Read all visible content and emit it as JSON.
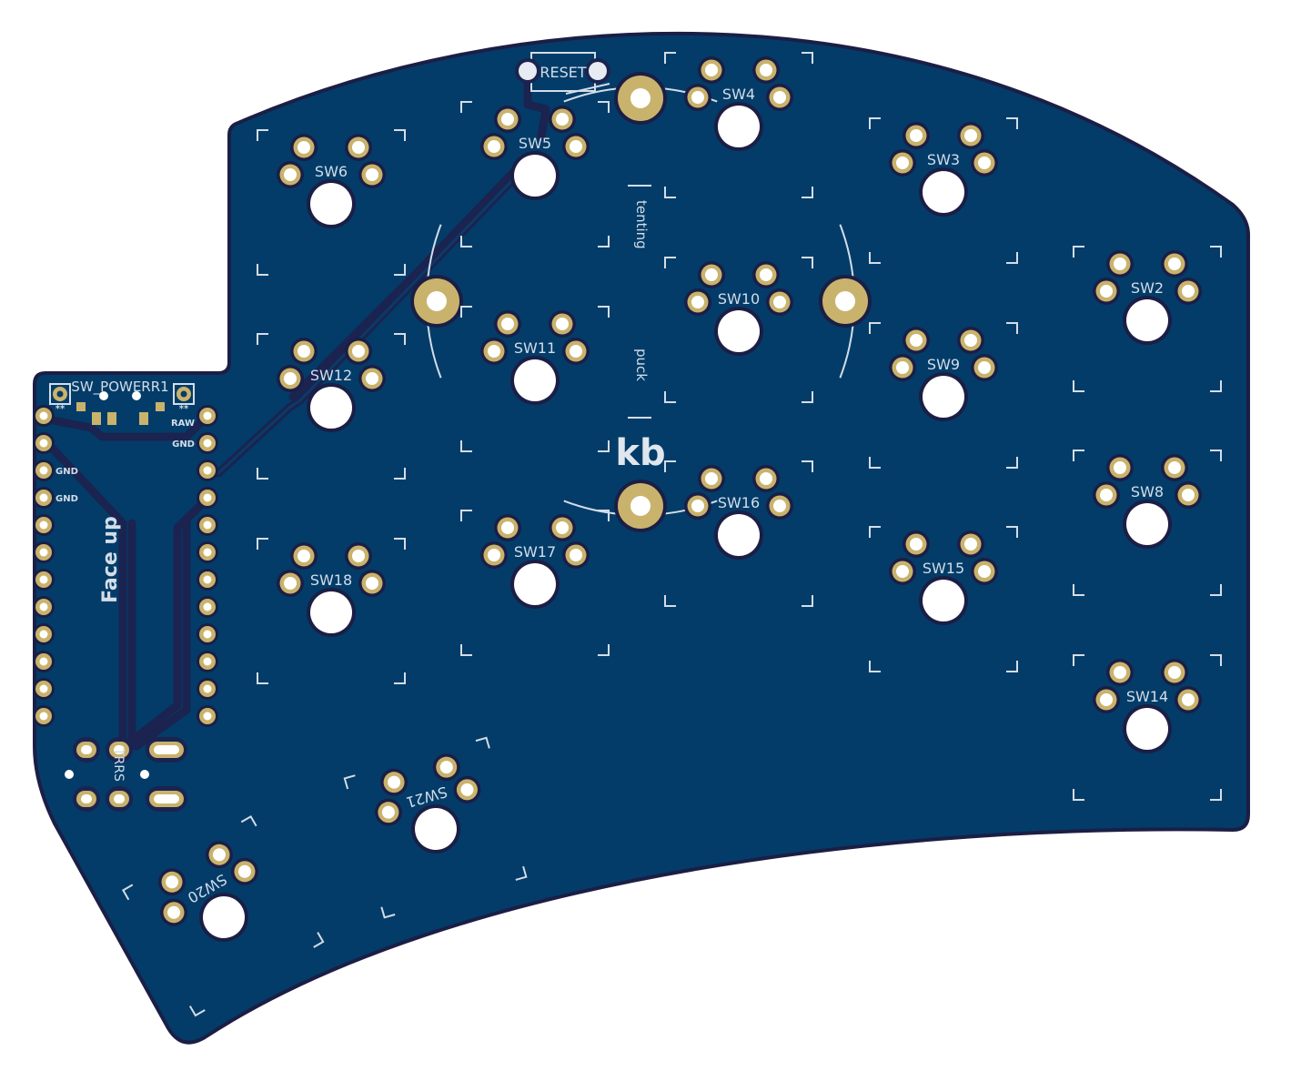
{
  "colors": {
    "board": "#033c68",
    "edge": "#1b1e45",
    "pad_gold": "#c9b36c",
    "silkscreen": "#d3dde8",
    "hole": "#ffffff"
  },
  "switches": {
    "sw6": "SW6",
    "sw5": "SW5",
    "sw4": "SW4",
    "sw3": "SW3",
    "sw2": "SW2",
    "sw12": "SW12",
    "sw11": "SW11",
    "sw10": "SW10",
    "sw9": "SW9",
    "sw8": "SW8",
    "sw18": "SW18",
    "sw17": "SW17",
    "sw16": "SW16",
    "sw15": "SW15",
    "sw14": "SW14",
    "sw21": "SW21",
    "sw20": "SW20"
  },
  "labels": {
    "reset": "RESET",
    "power_switch": "SW_POWERR1",
    "power_mark_left": "**",
    "power_mark_right": "**",
    "raw": "RAW",
    "gnd_right": "GND",
    "gnd_left_1": "GND",
    "gnd_left_2": "GND",
    "face_up": "Face up",
    "trrs": "TRRS",
    "tenting": "tenting",
    "puck": "puck",
    "logo": "kb"
  }
}
